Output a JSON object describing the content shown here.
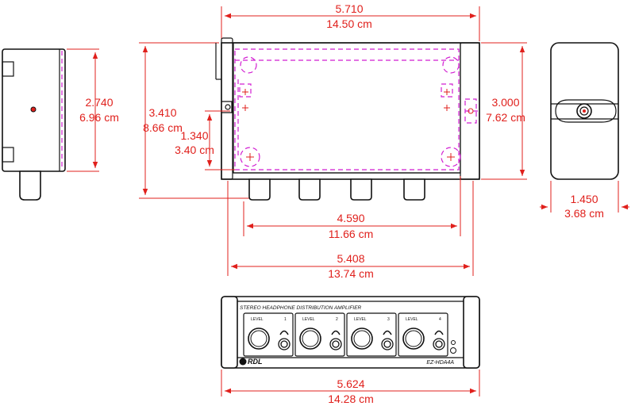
{
  "dimensions": {
    "top_width_in": "5.710",
    "top_width_cm": "14.50 cm",
    "side_height_in": "2.740",
    "side_height_cm": "6.96 cm",
    "total_height_in": "3.410",
    "total_height_cm": "8.66 cm",
    "mount_height_in": "1.340",
    "mount_height_cm": "3.40 cm",
    "body_height_in": "3.000",
    "body_height_cm": "7.62 cm",
    "depth_in": "1.450",
    "depth_cm": "3.68 cm",
    "knob_span_in": "4.590",
    "knob_span_cm": "11.66 cm",
    "body_width_in": "5.408",
    "body_width_cm": "13.74 cm",
    "front_width_in": "5.624",
    "front_width_cm": "14.28 cm"
  },
  "front_panel": {
    "title": "STEREO HEADPHONE DISTRIBUTION AMPLIFIER",
    "level_label": "LEVEL",
    "channels": [
      "1",
      "2",
      "3",
      "4"
    ],
    "brand": "RDL",
    "model": "EZ-HDA4A"
  }
}
